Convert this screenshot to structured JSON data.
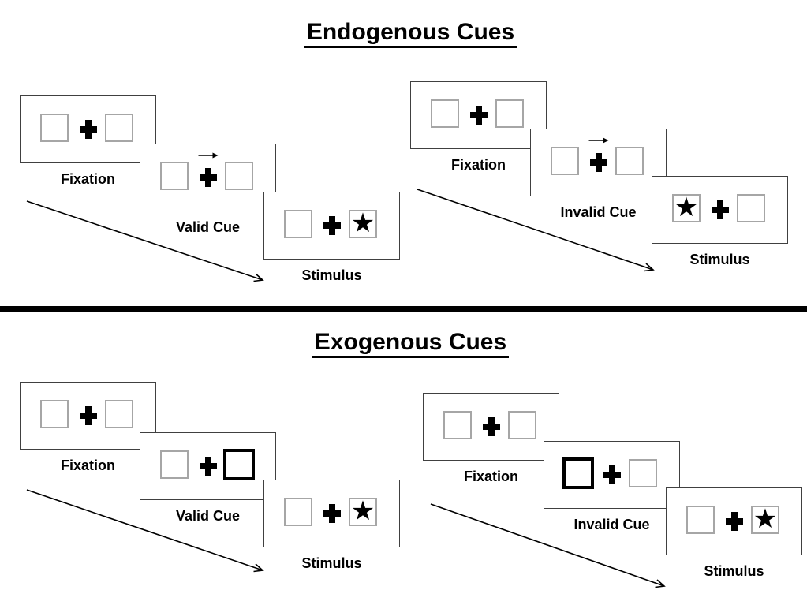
{
  "sections": [
    {
      "id": "endogenous",
      "title": "Endogenous Cues",
      "sequences": [
        {
          "id": "valid",
          "cue_type": "central-arrow-right",
          "star_side": "right",
          "panels": [
            {
              "label": "Fixation"
            },
            {
              "label": "Valid Cue",
              "cue_icon": "arrow-right-icon"
            },
            {
              "label": "Stimulus",
              "star_side": "right"
            }
          ]
        },
        {
          "id": "invalid",
          "cue_type": "central-arrow-right",
          "star_side": "left",
          "panels": [
            {
              "label": "Fixation"
            },
            {
              "label": "Invalid Cue",
              "cue_icon": "arrow-right-icon"
            },
            {
              "label": "Stimulus",
              "star_side": "left"
            }
          ]
        }
      ]
    },
    {
      "id": "exogenous",
      "title": "Exogenous Cues",
      "sequences": [
        {
          "id": "valid",
          "cue_type": "peripheral-bold-box-right",
          "star_side": "right",
          "panels": [
            {
              "label": "Fixation"
            },
            {
              "label": "Valid Cue",
              "cue_highlight": "right-box-bold"
            },
            {
              "label": "Stimulus",
              "star_side": "right"
            }
          ]
        },
        {
          "id": "invalid",
          "cue_type": "peripheral-bold-box-left",
          "star_side": "right",
          "panels": [
            {
              "label": "Fixation"
            },
            {
              "label": "Invalid Cue",
              "cue_highlight": "left-box-bold"
            },
            {
              "label": "Stimulus",
              "star_side": "right"
            }
          ]
        }
      ]
    }
  ],
  "glyphs": {
    "star": "★"
  },
  "colors": {
    "ink": "#000000",
    "panel_border": "#404040",
    "box_border": "#a6a6a6",
    "bold_box_border": "#000000"
  }
}
